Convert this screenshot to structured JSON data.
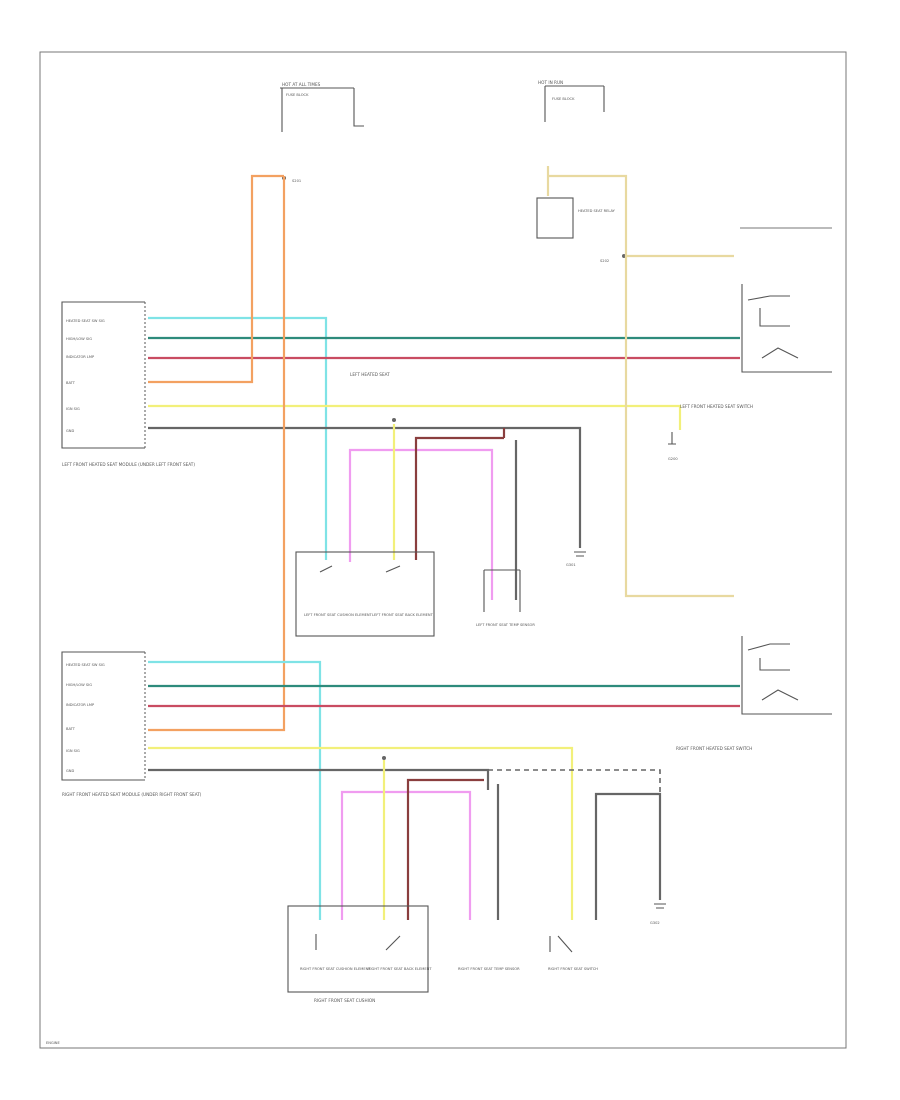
{
  "colors": {
    "light_blue": "#7fe3e6",
    "dark_green": "#2e8b7c",
    "red": "#c94c62",
    "orange": "#f3a161",
    "yellow": "#f2f07a",
    "black": "#666666",
    "pink": "#f09cf0",
    "tan": "#e8d9a0",
    "dark_red": "#8a3e3e"
  },
  "labels": {
    "fuse_top": "HOT AT ALL TIMES",
    "fuse_top_sub": "FUSE BLOCK",
    "ign_top": "HOT IN RUN",
    "ign_top_sub": "FUSE BLOCK",
    "relay_label": "HEATED SEAT RELAY",
    "splice_top": "S201",
    "splice_relay": "S202",
    "lf_module": "LEFT FRONT HEATED SEAT MODULE (UNDER LEFT FRONT SEAT)",
    "rf_module": "RIGHT FRONT HEATED SEAT MODULE (UNDER RIGHT FRONT SEAT)",
    "lf_switch": "LEFT FRONT HEATED SEAT SWITCH",
    "rf_switch": "RIGHT FRONT HEATED SEAT SWITCH",
    "lf_cushion_title": "LEFT HEATED SEAT",
    "rf_cushion_title": "RIGHT FRONT SEAT CUSHION",
    "lf_elem1": "LEFT FRONT SEAT CUSHION ELEMENT",
    "lf_elem2": "LEFT FRONT SEAT BACK ELEMENT",
    "lf_elem3": "LEFT FRONT SEAT TEMP SENSOR",
    "rf_elem1": "RIGHT FRONT SEAT CUSHION ELEMENT",
    "rf_elem2": "RIGHT FRONT SEAT BACK ELEMENT",
    "rf_elem3": "RIGHT FRONT SEAT TEMP SENSOR",
    "rf_elem4": "RIGHT FRONT SEAT SWITCH",
    "ground_lf": "G301",
    "ground_rf": "G302",
    "ground_top": "G200",
    "footer": "ENGINE"
  },
  "module_pins": [
    "HEATED SEAT SW SIG",
    "HIGH/LOW SIG",
    "INDICATOR LMP",
    "BATT",
    "IGN SIG",
    "GND"
  ]
}
